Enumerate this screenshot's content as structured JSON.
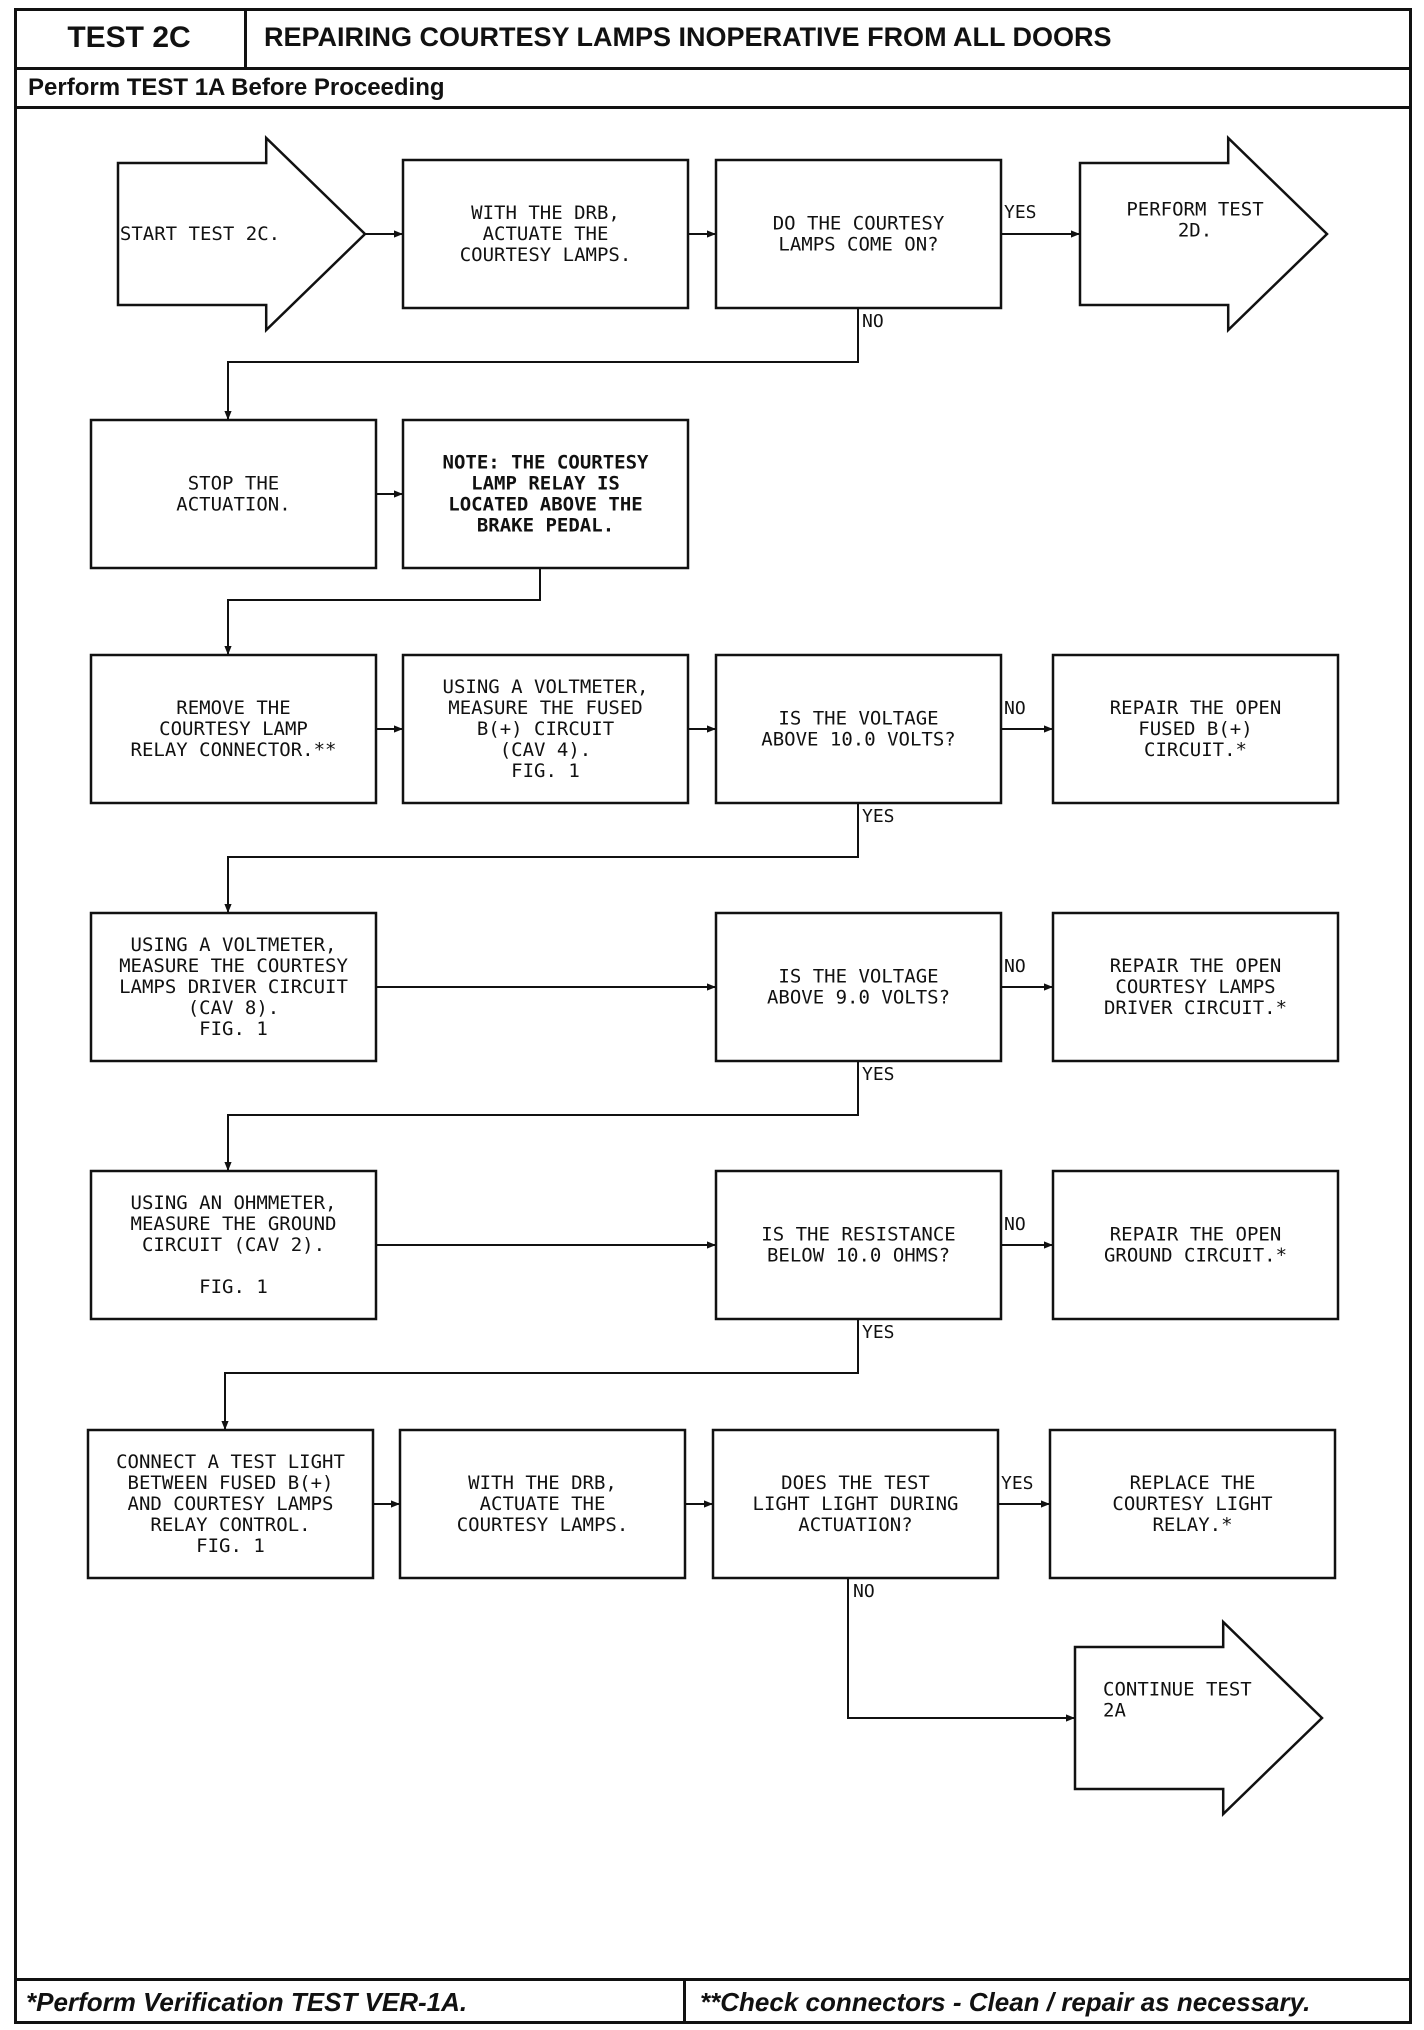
{
  "header": {
    "test_id": "TEST 2C",
    "title": "REPAIRING COURTESY LAMPS INOPERATIVE FROM ALL DOORS",
    "prerequisite": "Perform TEST 1A Before Proceeding"
  },
  "nodes": {
    "start": [
      "START TEST 2C."
    ],
    "actuate1": [
      "WITH THE DRB,",
      "ACTUATE THE",
      "COURTESY LAMPS."
    ],
    "q_lamps": [
      "DO THE COURTESY",
      "LAMPS COME ON?"
    ],
    "perform2d": [
      "PERFORM TEST",
      "2D."
    ],
    "stop": [
      "STOP THE",
      "ACTUATION."
    ],
    "note": [
      "NOTE: THE COURTESY",
      "LAMP RELAY IS",
      "LOCATED ABOVE THE",
      "BRAKE PEDAL."
    ],
    "remove": [
      "REMOVE THE",
      "COURTESY LAMP",
      "RELAY CONNECTOR.**"
    ],
    "measure_b": [
      "USING A VOLTMETER,",
      "MEASURE THE FUSED",
      "B(+) CIRCUIT",
      "(CAV 4).",
      "FIG. 1"
    ],
    "q_v10": [
      "IS THE VOLTAGE",
      "ABOVE 10.0 VOLTS?"
    ],
    "repair_b": [
      "REPAIR THE OPEN",
      "FUSED B(+)",
      "CIRCUIT.*"
    ],
    "measure_drv": [
      "USING A VOLTMETER,",
      "MEASURE THE COURTESY",
      "LAMPS DRIVER CIRCUIT",
      "(CAV 8).",
      "FIG. 1"
    ],
    "q_v9": [
      "IS THE VOLTAGE",
      "ABOVE 9.0 VOLTS?"
    ],
    "repair_drv": [
      "REPAIR THE OPEN",
      "COURTESY LAMPS",
      "DRIVER CIRCUIT.*"
    ],
    "measure_gnd": [
      "USING AN OHMMETER,",
      "MEASURE THE GROUND",
      "CIRCUIT (CAV 2).",
      "",
      "FIG. 1"
    ],
    "q_res": [
      "IS THE RESISTANCE",
      "BELOW 10.0 OHMS?"
    ],
    "repair_gnd": [
      "REPAIR THE OPEN",
      "GROUND CIRCUIT.*"
    ],
    "connect": [
      "CONNECT A TEST LIGHT",
      "BETWEEN FUSED B(+)",
      "AND COURTESY LAMPS",
      "RELAY CONTROL.",
      "FIG. 1"
    ],
    "actuate2": [
      "WITH THE DRB,",
      "ACTUATE THE",
      "COURTESY LAMPS."
    ],
    "q_light": [
      "DOES THE TEST",
      "LIGHT LIGHT DURING",
      "ACTUATION?"
    ],
    "replace": [
      "REPLACE THE",
      "COURTESY LIGHT",
      "RELAY.*"
    ],
    "continue2a": [
      "CONTINUE TEST",
      "2A"
    ]
  },
  "labels": {
    "yes": "YES",
    "no": "NO"
  },
  "footer": {
    "left": "*Perform Verification TEST VER-1A.",
    "right": "**Check connectors - Clean / repair as necessary."
  }
}
